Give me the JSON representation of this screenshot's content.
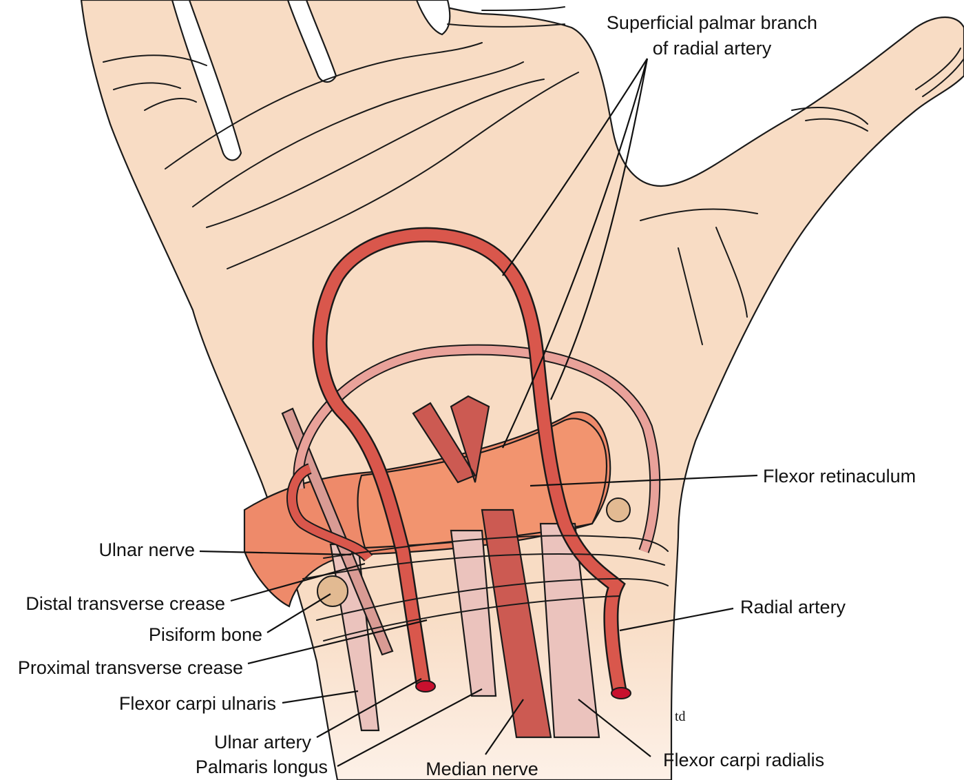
{
  "figure": {
    "labels": {
      "superficial_palmar_branch_line1": "Superficial palmar branch",
      "superficial_palmar_branch_line2": "of radial artery",
      "flexor_retinaculum": "Flexor retinaculum",
      "ulnar_nerve": "Ulnar nerve",
      "distal_transverse_crease": "Distal transverse crease",
      "radial_artery": "Radial artery",
      "pisiform_bone": "Pisiform bone",
      "proximal_transverse_crease": "Proximal transverse crease",
      "flexor_carpi_ulnaris": "Flexor carpi ulnaris",
      "ulnar_artery": "Ulnar artery",
      "palmaris_longus": "Palmaris longus",
      "median_nerve": "Median nerve",
      "flexor_carpi_radialis": "Flexor carpi radialis"
    },
    "signature": "td"
  },
  "colors": {
    "skin": "#f8dcc4",
    "artery": "#d9574c",
    "artery_light": "#e9a29a",
    "retinaculum": "#ee8a6a",
    "retinaculum_dark": "#e56f52",
    "tendon": "#ebc3bd",
    "nerve": "#d99b94",
    "muscle": "#cc5a52",
    "bone": "#e2ba92"
  }
}
